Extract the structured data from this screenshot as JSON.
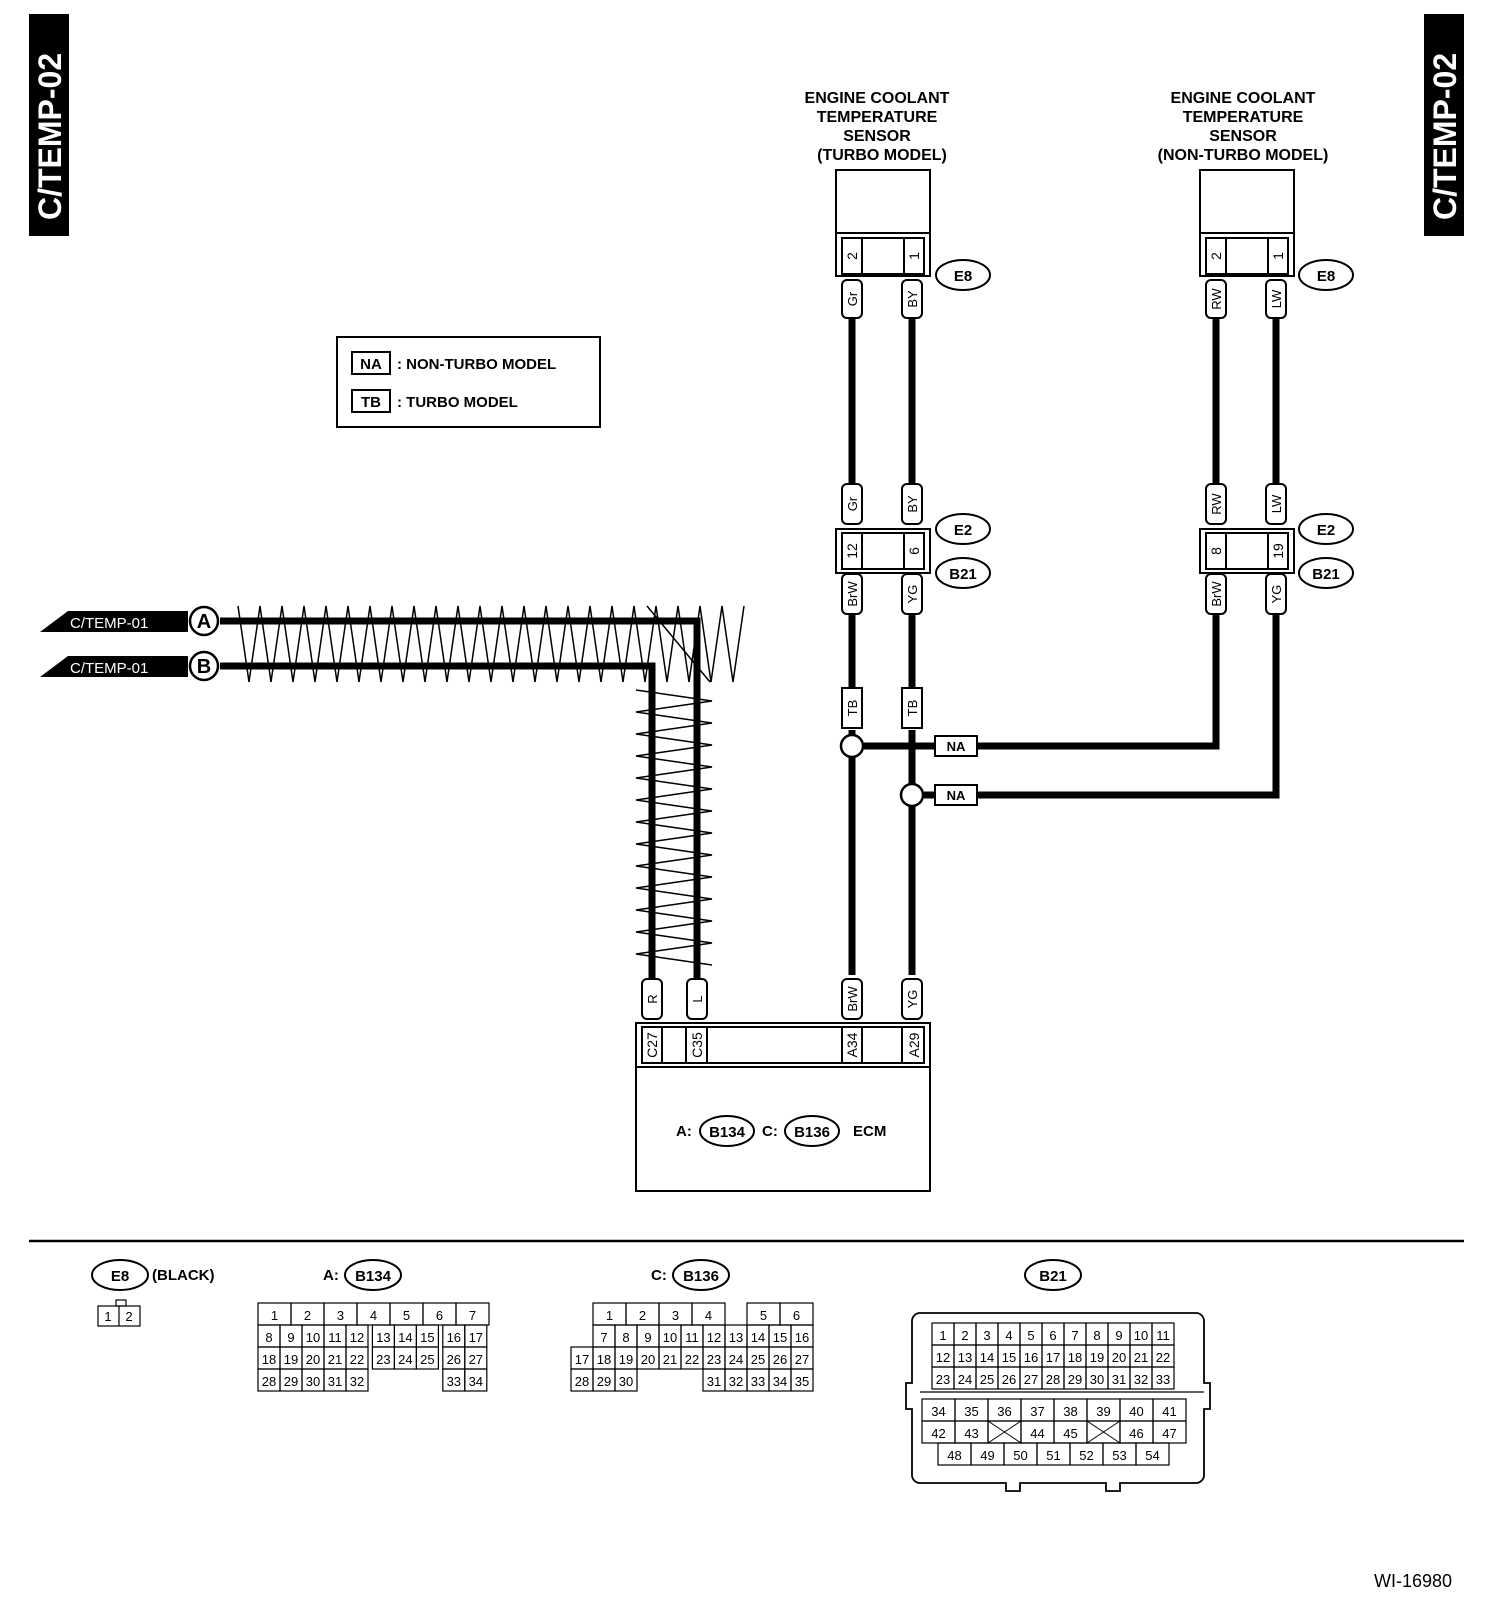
{
  "page_code": "C/TEMP-02",
  "figure_id": "WI-16980",
  "legend": [
    {
      "code": "NA",
      "text": ": NON-TURBO MODEL"
    },
    {
      "code": "TB",
      "text": ": TURBO MODEL"
    }
  ],
  "sensor_turbo": {
    "title": [
      "ENGINE COOLANT",
      "TEMPERATURE",
      "SENSOR",
      "(TURBO MODEL)"
    ],
    "connector": "E8",
    "pins": [
      "2",
      "1"
    ],
    "wires_top": [
      "Gr",
      "BY"
    ]
  },
  "sensor_nonturbo": {
    "title": [
      "ENGINE COOLANT",
      "TEMPERATURE",
      "SENSOR",
      "(NON-TURBO MODEL)"
    ],
    "connector": "E8",
    "pins": [
      "2",
      "1"
    ],
    "wires_top": [
      "RW",
      "LW"
    ]
  },
  "joint_turbo": {
    "conn_top": "E2",
    "conn_bottom": "B21",
    "pins": [
      "12",
      "6"
    ],
    "wires_above": [
      "Gr",
      "BY"
    ],
    "wires_below": [
      "BrW",
      "YG"
    ]
  },
  "joint_nonturbo": {
    "conn_top": "E2",
    "conn_bottom": "B21",
    "pins": [
      "8",
      "19"
    ],
    "wires_above": [
      "RW",
      "LW"
    ],
    "wires_below": [
      "BrW",
      "YG"
    ]
  },
  "tb_tags": [
    "TB",
    "TB"
  ],
  "na_tags": [
    "NA",
    "NA"
  ],
  "offpage": [
    {
      "text": "C/TEMP-01",
      "ref": "A"
    },
    {
      "text": "C/TEMP-01",
      "ref": "B"
    }
  ],
  "ecm": {
    "wires": [
      "R",
      "L",
      "BrW",
      "YG"
    ],
    "pins": [
      "C27",
      "C35",
      "A34",
      "A29"
    ],
    "prefix_a": "A:",
    "conn_a": "B134",
    "prefix_c": "C:",
    "conn_c": "B136",
    "label": "ECM"
  },
  "connector_views": {
    "e8": {
      "name": "E8",
      "note": "(BLACK)",
      "pins": [
        "1",
        "2"
      ]
    },
    "b134": {
      "prefix": "A:",
      "name": "B134",
      "rows": [
        [
          "1",
          "2",
          "3",
          "4",
          "5",
          "6",
          "7"
        ],
        [
          "8",
          "9",
          "10",
          "11",
          "12",
          "13",
          "14",
          "15",
          "16",
          "17"
        ],
        [
          "18",
          "19",
          "20",
          "21",
          "22",
          "23",
          "24",
          "25",
          "26",
          "27"
        ],
        [
          "28",
          "29",
          "30",
          "31",
          "32",
          "33",
          "34"
        ]
      ]
    },
    "b136": {
      "prefix": "C:",
      "name": "B136",
      "rows": [
        [
          "1",
          "2",
          "3",
          "4",
          "5",
          "6"
        ],
        [
          "7",
          "8",
          "9",
          "10",
          "11",
          "12",
          "13",
          "14",
          "15",
          "16"
        ],
        [
          "17",
          "18",
          "19",
          "20",
          "21",
          "22",
          "23",
          "24",
          "25",
          "26",
          "27"
        ],
        [
          "28",
          "29",
          "30",
          "31",
          "32",
          "33",
          "34",
          "35"
        ]
      ]
    },
    "b21": {
      "name": "B21",
      "rows": [
        [
          "1",
          "2",
          "3",
          "4",
          "5",
          "6",
          "7",
          "8",
          "9",
          "10",
          "11"
        ],
        [
          "12",
          "13",
          "14",
          "15",
          "16",
          "17",
          "18",
          "19",
          "20",
          "21",
          "22"
        ],
        [
          "23",
          "24",
          "25",
          "26",
          "27",
          "28",
          "29",
          "30",
          "31",
          "32",
          "33"
        ],
        [
          "34",
          "35",
          "36",
          "37",
          "38",
          "39",
          "40",
          "41"
        ],
        [
          "42",
          "43",
          "44",
          "45",
          "46",
          "47"
        ],
        [
          "48",
          "49",
          "50",
          "51",
          "52",
          "53",
          "54"
        ]
      ]
    }
  }
}
